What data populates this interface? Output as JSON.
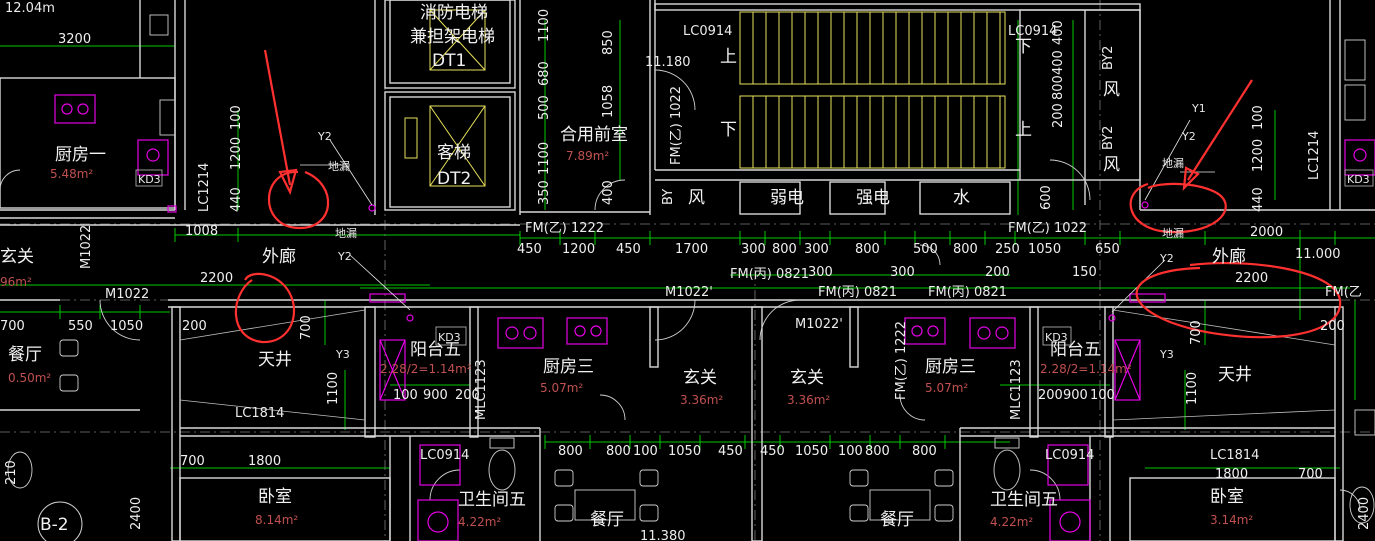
{
  "rooms": {
    "kitchen1": "厨房一",
    "kitchen1_area": "5.48m²",
    "fire_elevator": "消防电梯",
    "fire_elevator2": "兼担架电梯",
    "fire_elevator_id": "DT1",
    "passenger_elevator": "客梯",
    "passenger_elevator_id": "DT2",
    "front_room": "合用前室",
    "front_room_area": "7.89m²",
    "outer_corridor_l": "外廊",
    "outer_corridor_r": "外廊",
    "entry_l": "玄关",
    "entry_l_area": "96m²",
    "dining_l": "餐厅",
    "dining_l_area": "0.50m²",
    "skywell_l": "天井",
    "skywell_r": "天井",
    "balcony_l": "阳台五",
    "balcony_r": "阳台五",
    "balcony_l_area": "2.28/2=1.14m²",
    "balcony_r_area": "2.28/2=1.14m²",
    "kitchen3_l": "厨房三",
    "kitchen3_l_area": "5.07m²",
    "kitchen3_r": "厨房三",
    "kitchen3_r_area": "5.07m²",
    "entry_m1": "玄关",
    "entry_m1_area": "3.36m²",
    "entry_m2": "玄关",
    "entry_m2_area": "3.36m²",
    "bed_l": "卧室",
    "bed_l_area": "8.14m²",
    "bed_r": "卧室",
    "bed_r_area": "3.14m²",
    "bath_l": "卫生间五",
    "bath_l_area": "4.22m²",
    "bath_r": "卫生间五",
    "bath_r_area": "4.22m²",
    "dining_m1": "餐厅",
    "dining_m2": "餐厅",
    "weak_elec": "弱电",
    "strong_elec": "强电",
    "water": "水",
    "wind1": "风",
    "wind2": "风",
    "wind3": "风",
    "up1": "上",
    "down1": "下",
    "down2": "下",
    "up2": "上",
    "floor_drain1": "地漏",
    "floor_drain2": "地漏",
    "floor_drain3": "地漏",
    "floor_drain4": "地漏",
    "unit_label": "B-2"
  },
  "tags": {
    "kd3_1": "KD3",
    "kd3_2": "KD3",
    "kd3_3": "KD3",
    "kd3_4": "KD3",
    "lc0914_a": "LC0914",
    "lc0914_b": "LC0914",
    "lc0914_c": "LC0914",
    "lc0914_d": "LC0914",
    "lc1214_a": "LC1214",
    "lc1214_b": "LC1214",
    "lc1814_a": "LC1814",
    "lc1814_b": "LC1814",
    "m1022_a": "M1022",
    "m1022_b": "M1022",
    "m1022_c": "M1022'",
    "m1022_d": "M1022'",
    "fm_b_1222": "FM(乙) 1222",
    "fm_b_1022": "FM(乙) 1022",
    "fm_c_0821_a": "FM(丙) 0821",
    "fm_c_0821_b": "FM(丙) 0821",
    "fm_c_0821_c": "FM(丙) 0821",
    "fm_b_v1": "FM(乙) 1022",
    "fm_b_v2": "FM(乙) 1222",
    "fm_z_r": "FM(乙",
    "mlc1123_a": "MLC1123",
    "mlc1123_b": "MLC1123",
    "by2_a": "BY2",
    "by2_b": "BY2",
    "by_c": "BY",
    "y1": "Y1",
    "y2_a": "Y2",
    "y2_b": "Y2",
    "y2_c": "Y2",
    "y2_d": "Y2",
    "y3_a": "Y3",
    "y3_b": "Y3",
    "elev_a": "12.04m",
    "elev_b": "11.180",
    "elev_c": "11.000",
    "elev_d": "11.380"
  },
  "dims": {
    "d3200": "3200",
    "d1008": "1008",
    "d2200a": "2200",
    "d1050a": "1050",
    "d550": "550",
    "d700a": "700",
    "d200a": "200",
    "d700b": "700",
    "d1100a": "1100",
    "d450a": "450",
    "d1200a": "1200",
    "d450b": "450",
    "d1700": "1700",
    "d300a": "300",
    "d800a": "800",
    "d300b": "300",
    "d800b": "800",
    "d500": "500",
    "d800c": "800",
    "d250": "250",
    "d1050b": "1050",
    "d650": "650",
    "d2000": "2000",
    "d300c": "300",
    "d300d": "300",
    "d200b": "200",
    "d150": "150",
    "d2200b": "2200",
    "d200c": "200",
    "d700c": "700",
    "d1100b": "1100",
    "d100a": "100",
    "d900a": "900",
    "d200d": "200",
    "d200e": "200",
    "d900b": "900",
    "d100b": "100",
    "d800e": "800",
    "d800f": "800",
    "d100c": "100",
    "d1050c": "1050",
    "d450c": "450",
    "d450d": "450",
    "d1050d": "1050",
    "d100d": "100",
    "d800g": "800",
    "d800h": "800",
    "d1800a": "1800",
    "d700d": "700",
    "d1800b": "1800",
    "d700e": "700",
    "v1100": "1100",
    "v850": "850",
    "v680": "680",
    "v500": "500",
    "v1058": "1058",
    "v1100b": "1100",
    "v350": "350",
    "v400": "400",
    "v1200": "1200",
    "v100": "100",
    "v440": "440",
    "v400b": "400",
    "v800": "800",
    "v400c": "400",
    "v200": "200",
    "v1200b": "1200",
    "v100b": "100",
    "v600": "600",
    "v440b": "440",
    "v2400": "2400",
    "v210": "210",
    "v2400b": "2400"
  },
  "colors": {
    "background": "#000000",
    "wall": "#d8d8d8",
    "dimension": "#00c800",
    "stair": "#e8e05a",
    "fixture": "#e400e4",
    "annotation": "#ff3030",
    "area_text": "#c05050"
  }
}
